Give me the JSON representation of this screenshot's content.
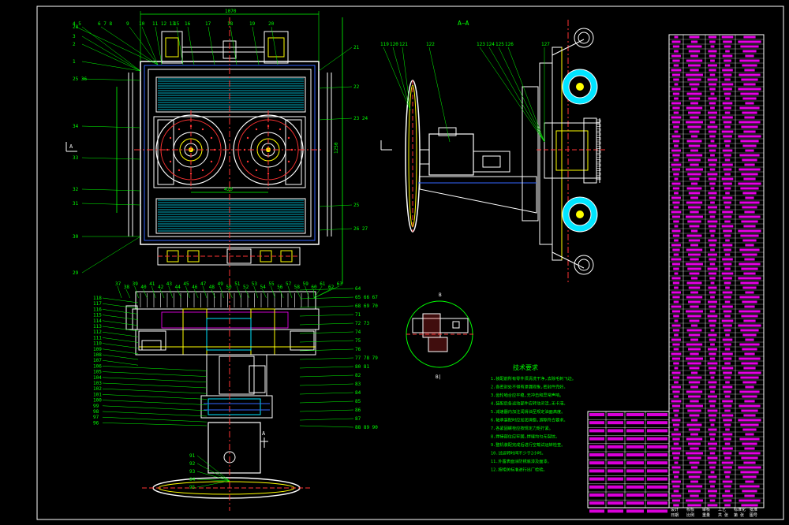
{
  "drawing": {
    "section_title": "A—A",
    "section_marker_left": "A",
    "section_marker_right": "A",
    "detail_marker": "B",
    "detail_scale": "B|",
    "dims": {
      "top_width": "1070",
      "center_dist": "420",
      "left_height": "1250"
    }
  },
  "balloons_top": [
    "4 5",
    "6 7 8",
    "9",
    "10",
    "11 12 13",
    "15",
    "16",
    "17",
    "18",
    "19",
    "20"
  ],
  "balloons_left_top": [
    "3",
    "2",
    "1",
    "25 36",
    "34",
    "33",
    "32",
    "31",
    "30",
    "29",
    "28"
  ],
  "balloons_right_top": [
    "21",
    "22",
    "23 24",
    "25",
    "26 27"
  ],
  "balloons_section": [
    "119",
    "120",
    "121",
    "122",
    "123",
    "124",
    "125",
    "126",
    "127"
  ],
  "balloons_bottom_top": [
    "37",
    "38",
    "39",
    "40",
    "41",
    "42",
    "43",
    "44",
    "45",
    "46",
    "47",
    "48",
    "49",
    "50",
    "51",
    "52",
    "53",
    "54",
    "55",
    "56",
    "57",
    "58",
    "59",
    "60",
    "61",
    "62",
    "63"
  ],
  "balloons_bottom_left": [
    "118",
    "117",
    "116",
    "115",
    "114",
    "113",
    "112",
    "111",
    "110",
    "109",
    "108",
    "107",
    "106",
    "105",
    "104",
    "103",
    "102",
    "101",
    "100",
    "99",
    "98",
    "97",
    "96"
  ],
  "balloons_bottom_right": [
    "64",
    "65 66 67",
    "68 69 70",
    "71",
    "72 73",
    "74",
    "75",
    "76",
    "77 78 79",
    "80 81",
    "82",
    "83",
    "84",
    "85",
    "86",
    "87",
    "88 89 90",
    "91",
    "92",
    "93",
    "94",
    "95"
  ],
  "notes": {
    "title": "技术要求",
    "lines": [
      "1.装配前所有零件须清洗干净,去除毛刺飞边。",
      "2.各密封处不得有渗漏现象,密封件完好。",
      "3.齿轮啮合应平稳,无冲击和异常声响。",
      "4.装配后各运动部件应转动灵活,无卡滞。",
      "5.减速器内加注润滑油至规定油面高度。",
      "6.轴承装配时应加润滑脂,游隙符合要求。",
      "7.各紧固螺栓应按规定力矩拧紧。",
      "8.焊接部位应牢固,焊缝均匀无裂纹。",
      "9.整机装配完成后进行空载试运转检查。",
      "10.试运转时间不少于2小时。",
      "11.外露表面涂防锈底漆及面漆。",
      "12.按相关标准进行出厂检验。"
    ]
  },
  "title_block": {
    "labels": [
      "设计",
      "校核",
      "审核",
      "工艺",
      "标准化",
      "批准",
      "日期",
      "比例",
      "重量",
      "共 张",
      "第 张",
      "图号"
    ]
  },
  "colors": {
    "background": "#000000",
    "frame": "#ffffff",
    "outline": "#ffffff",
    "leader": "#00ff00",
    "dimension": "#00ff00",
    "centerline": "#ff3333",
    "magenta": "#ff00ff",
    "yellow": "#ffff00",
    "cyan": "#00e5ff",
    "blue": "#3366ff"
  }
}
